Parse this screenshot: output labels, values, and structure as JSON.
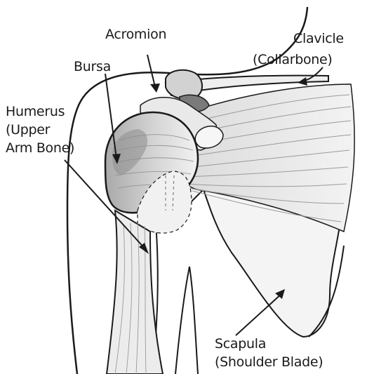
{
  "labels": {
    "acromion": "Acromion",
    "bursa": "Bursa",
    "clavicle_line1": "Clavicle",
    "clavicle_line2": "(Collarbone)",
    "humerus_line1": "Humerus",
    "humerus_line2": "(Upper",
    "humerus_line3": "Arm Bone)",
    "scapula_line1": "Scapula",
    "scapula_line2": "(Shoulder Blade)"
  },
  "colors": {
    "outline": "#1a1a1a",
    "bone_shade": "#cfcfcf",
    "muscle_shade": "#e4e4e4",
    "dark_shade": "#7a7a7a"
  }
}
